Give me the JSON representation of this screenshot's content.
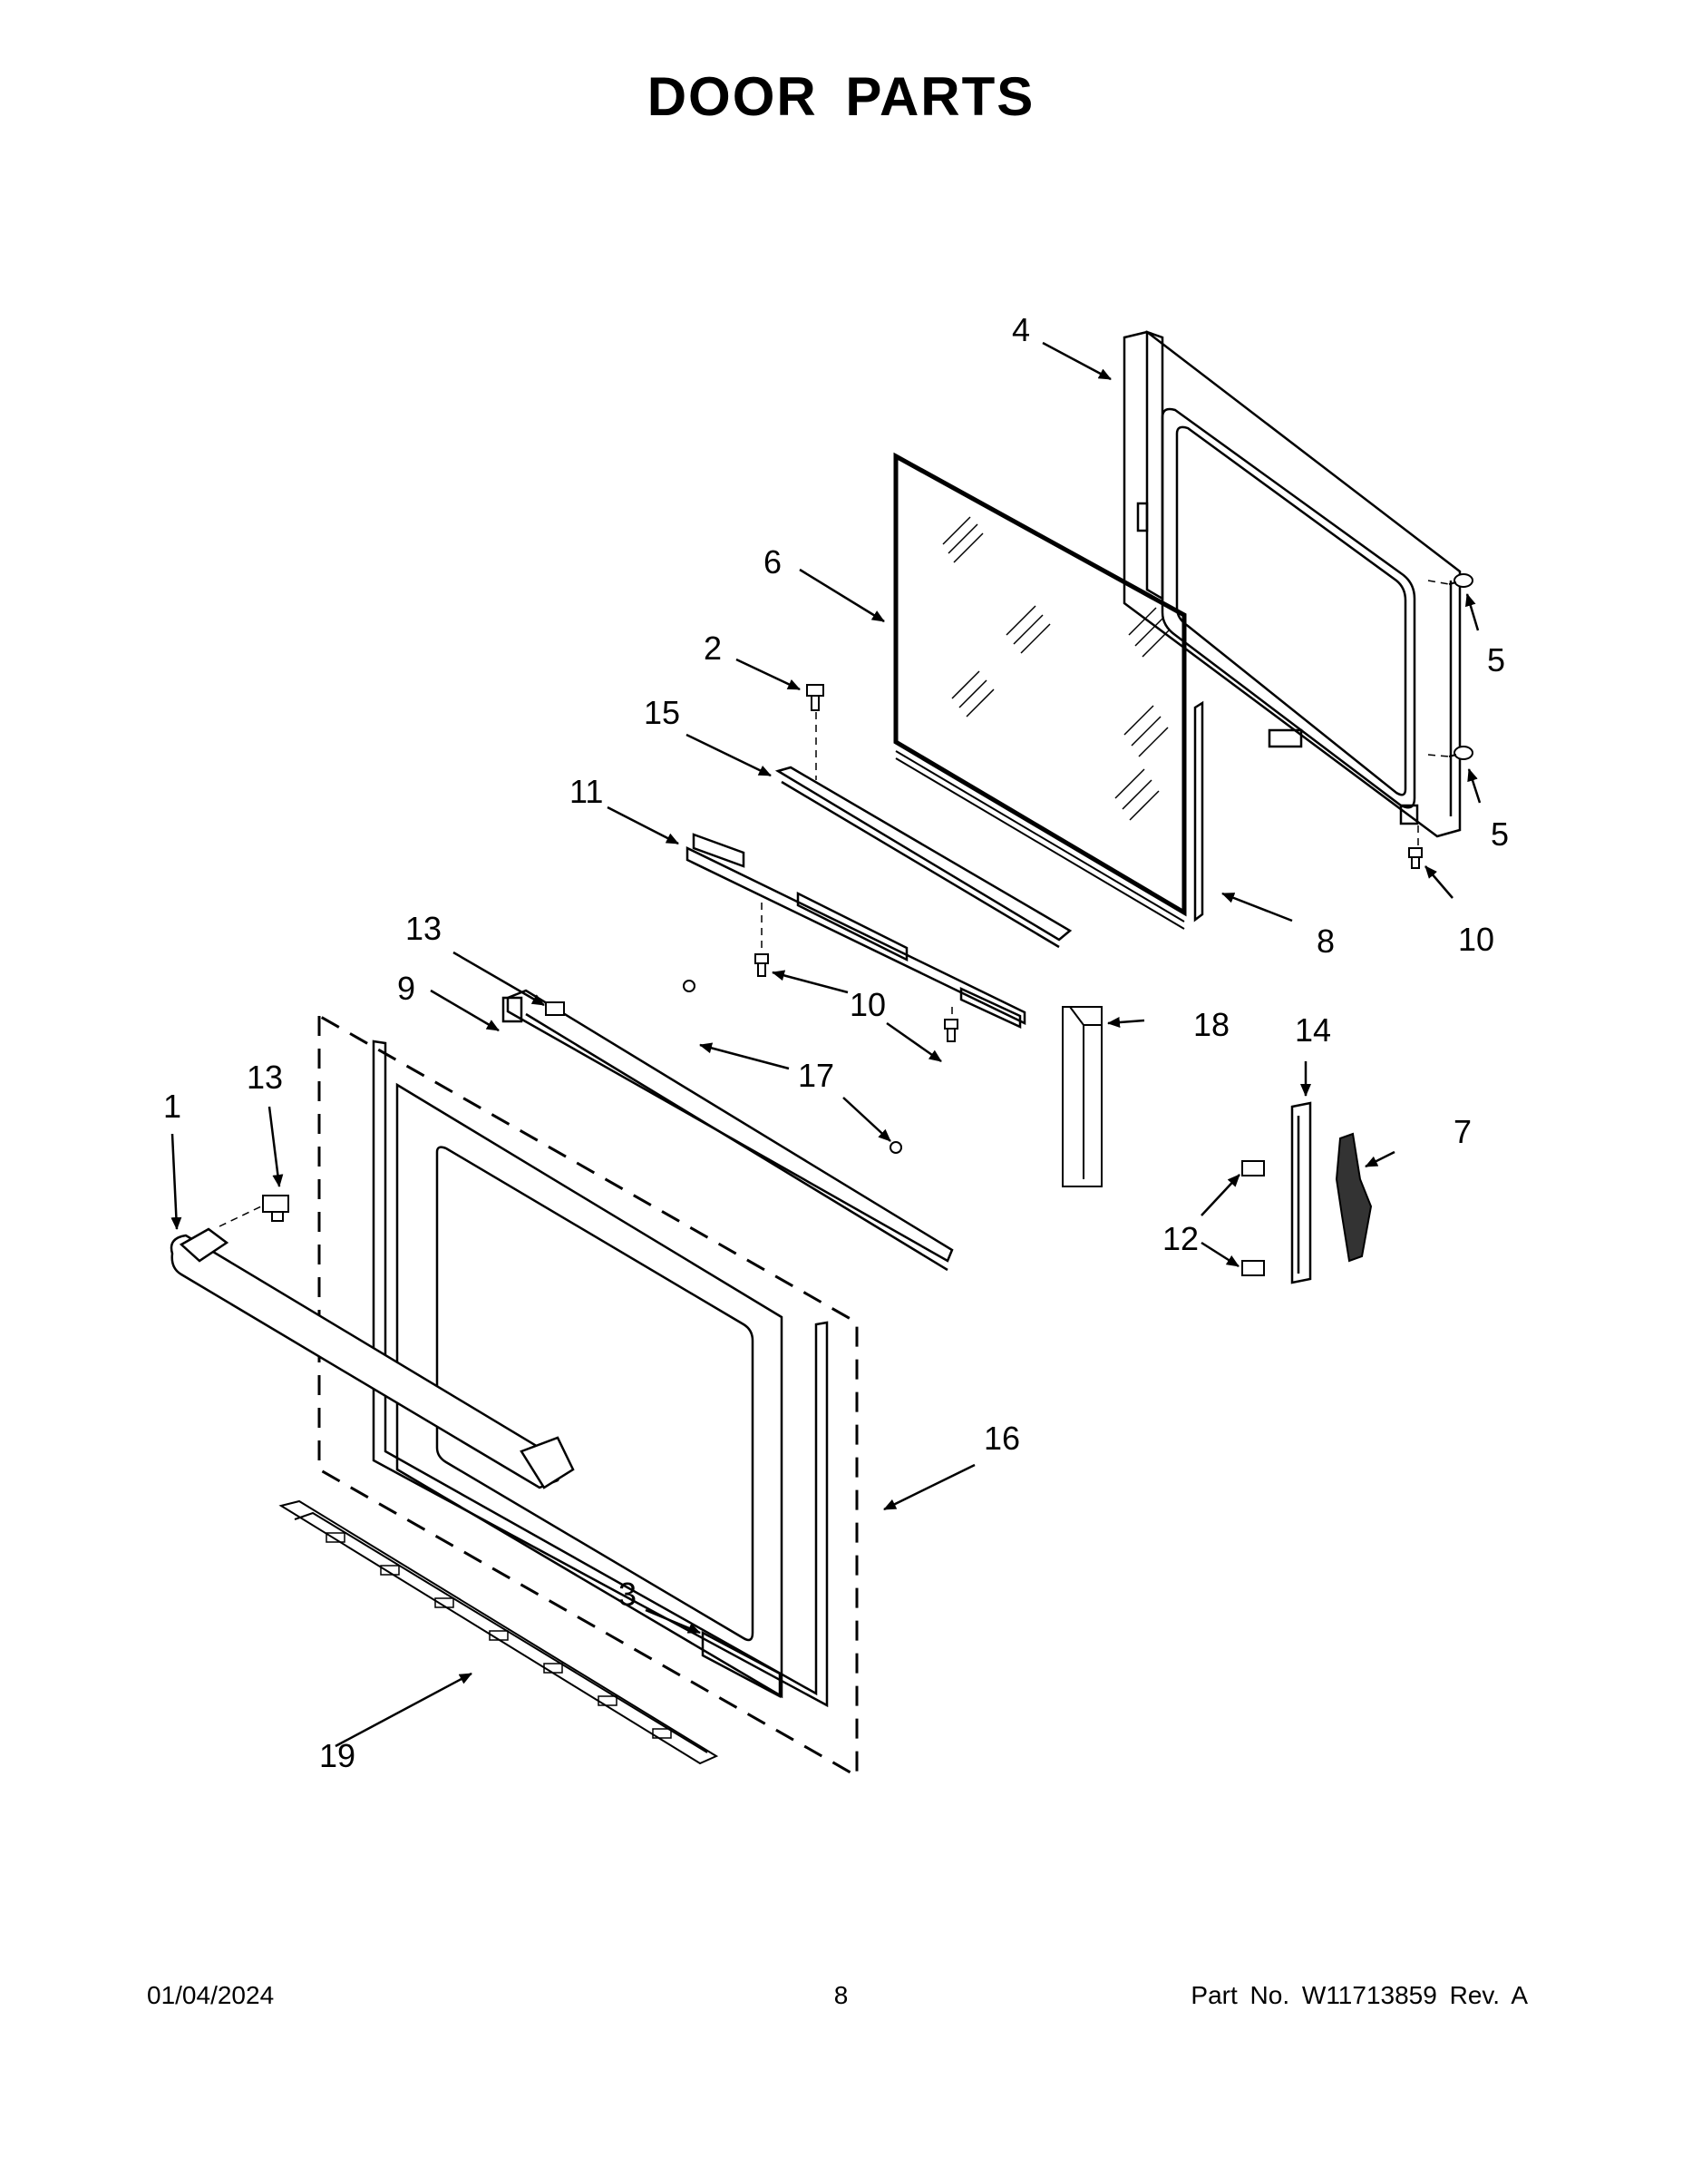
{
  "title": "DOOR PARTS",
  "callouts": [
    {
      "id": "c4",
      "text": "4"
    },
    {
      "id": "c6",
      "text": "6"
    },
    {
      "id": "c2",
      "text": "2"
    },
    {
      "id": "c15",
      "text": "15"
    },
    {
      "id": "c11",
      "text": "11"
    },
    {
      "id": "c5a",
      "text": "5"
    },
    {
      "id": "c5b",
      "text": "5"
    },
    {
      "id": "c8",
      "text": "8"
    },
    {
      "id": "c10a",
      "text": "10"
    },
    {
      "id": "c13a",
      "text": "13"
    },
    {
      "id": "c9",
      "text": "9"
    },
    {
      "id": "c10b",
      "text": "10"
    },
    {
      "id": "c17",
      "text": "17"
    },
    {
      "id": "c18",
      "text": "18"
    },
    {
      "id": "c14",
      "text": "14"
    },
    {
      "id": "c7",
      "text": "7"
    },
    {
      "id": "c1",
      "text": "1"
    },
    {
      "id": "c13b",
      "text": "13"
    },
    {
      "id": "c12",
      "text": "12"
    },
    {
      "id": "c16",
      "text": "16"
    },
    {
      "id": "c3",
      "text": "3"
    },
    {
      "id": "c19",
      "text": "19"
    }
  ],
  "footer": {
    "date": "01/04/2024",
    "page": "8",
    "part": "Part No.  W11713859  Rev.  A"
  }
}
